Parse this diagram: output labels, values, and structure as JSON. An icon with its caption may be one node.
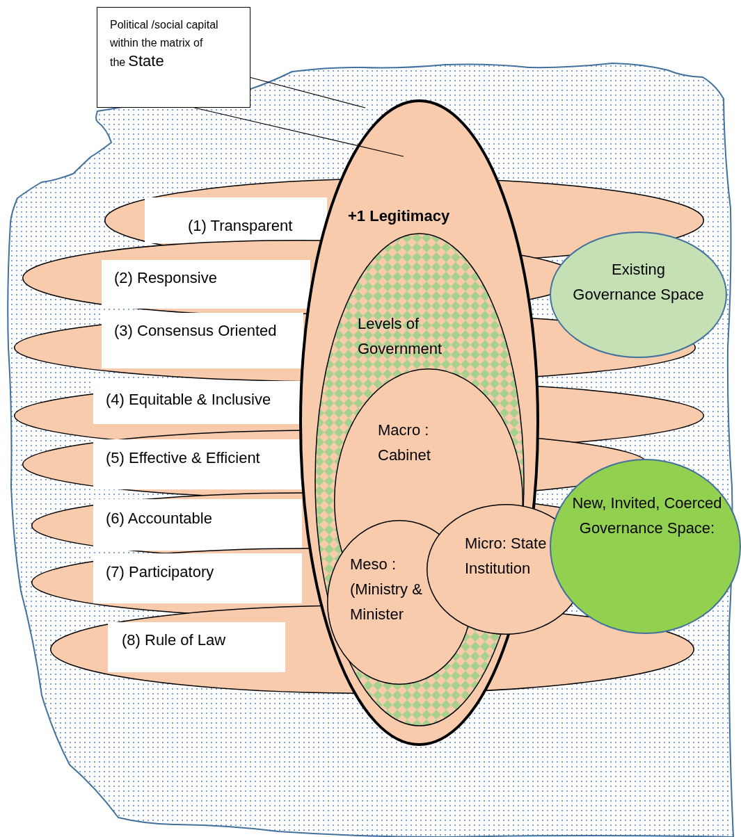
{
  "diagram": {
    "nodes": [
      {
        "text": [
          "Political /social capital within the matrix of the",
          "State"
        ]
      },
      {
        "text": [],
        "shape": "cloud"
      },
      {
        "text": [
          "(1) Transparent"
        ],
        "in": 1
      },
      {
        "text": [
          "(2) Responsive"
        ],
        "in": 1
      },
      {
        "text": [
          "(3) Consensus Oriented"
        ],
        "in": 1
      },
      {
        "text": [
          "(4) Equitable & Inclusive"
        ],
        "in": 1
      },
      {
        "text": [
          "(5) Effective & Efficient"
        ],
        "in": 1
      },
      {
        "text": [
          "(6) Accountable"
        ],
        "in": 1
      },
      {
        "text": [
          "(7) Participatory"
        ],
        "in": 1
      },
      {
        "text": [
          "(8) Rule of Law"
        ],
        "in": 1
      },
      {
        "text": [
          "+1 Legitimacy"
        ],
        "in": 1
      },
      {
        "text": [
          "Levels of Government"
        ],
        "in": 10
      },
      {
        "text": [
          "Macro : Cabinet"
        ],
        "in": 11
      },
      {
        "text": [
          "Meso : (Ministry & Minister"
        ],
        "in": 11
      },
      {
        "text": [
          "Micro: State Institution"
        ],
        "in": 1
      },
      {
        "text": [
          "Existing Governance Space"
        ],
        "in": 1
      },
      {
        "text": [
          "New, Invited, Coerced Governance Space:"
        ],
        "in": 1
      }
    ],
    "edges": [
      {
        "from": 0,
        "to": 1,
        "arrow": "none"
      },
      {
        "from": 0,
        "to": 10,
        "arrow": "none"
      }
    ]
  }
}
